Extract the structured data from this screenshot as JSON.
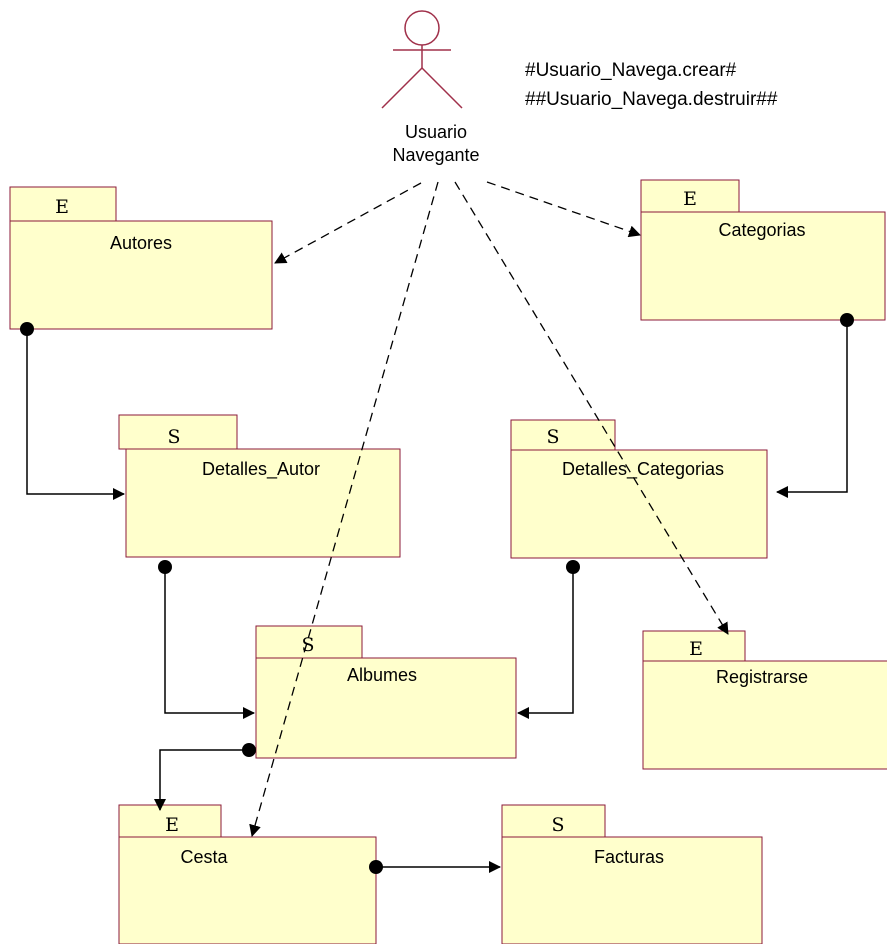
{
  "actor": {
    "name_line1": "Usuario",
    "name_line2": "Navegante"
  },
  "notes": {
    "line1": "#Usuario_Navega.crear#",
    "line2": "##Usuario_Navega.destruir##"
  },
  "colors": {
    "package_fill": "#ffffcc",
    "package_stroke": "#8b1a3a",
    "line": "#000000"
  },
  "packages": {
    "autores": {
      "stereotype": "E",
      "name": "Autores"
    },
    "categorias": {
      "stereotype": "E",
      "name": "Categorias"
    },
    "detalles_autor": {
      "stereotype": "S",
      "name": "Detalles_Autor"
    },
    "detalles_categorias": {
      "stereotype": "S",
      "name": "Detalles_Categorias"
    },
    "albumes": {
      "stereotype": "S",
      "name": "Albumes"
    },
    "registrarse": {
      "stereotype": "E",
      "name": "Registrarse"
    },
    "cesta": {
      "stereotype": "E",
      "name": "Cesta"
    },
    "facturas": {
      "stereotype": "S",
      "name": "Facturas"
    }
  }
}
